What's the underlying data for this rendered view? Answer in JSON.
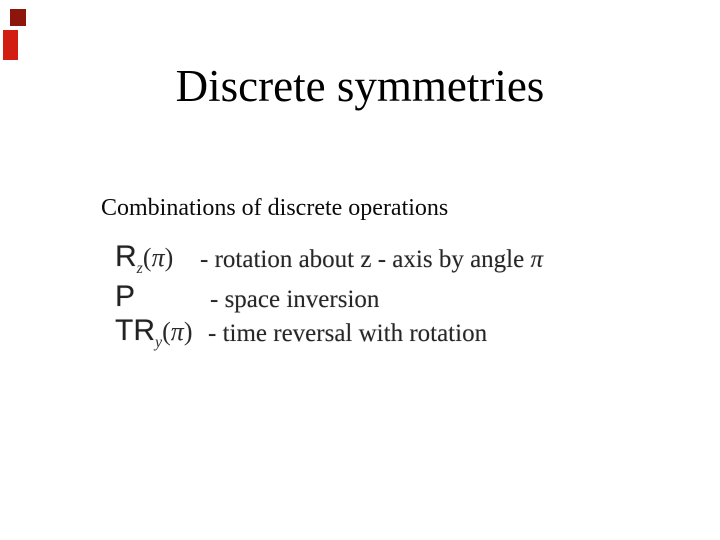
{
  "slide": {
    "background": "#ffffff",
    "title": "Discrete symmetries",
    "subtitle": "Combinations of discrete operations",
    "equations": [
      {
        "sym": "R",
        "sub": "z",
        "open": "(",
        "pi": "π",
        "close": ")",
        "desc": "- rotation about z - axis by angle ",
        "desc_pi": "π"
      },
      {
        "sym": "P",
        "sub": "",
        "open": "",
        "pi": "",
        "close": "",
        "desc": "- space inversion",
        "desc_pi": ""
      },
      {
        "sym": "TR",
        "sub": "y",
        "open": "(",
        "pi": "π",
        "close": ")",
        "desc": "- time reversal with rotation",
        "desc_pi": ""
      }
    ],
    "decoration": {
      "square_dark": {
        "color": "#8c150c"
      },
      "square_red": {
        "color": "#d11d12"
      }
    }
  }
}
